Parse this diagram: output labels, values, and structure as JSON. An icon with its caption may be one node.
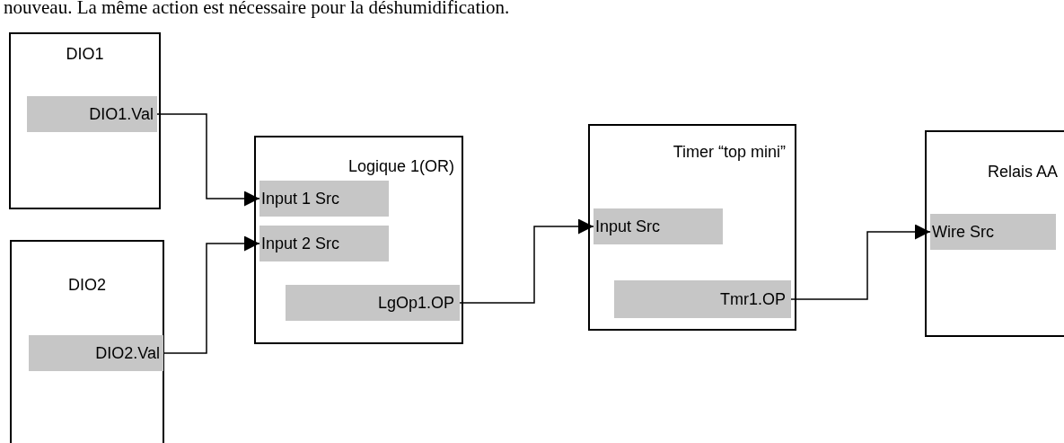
{
  "diagram": {
    "nodes": [
      {
        "text": [
          "DIO1"
        ]
      },
      {
        "text": [
          "DIO1.Val"
        ],
        "in": 0
      },
      {
        "text": [
          "DIO2"
        ]
      },
      {
        "text": [
          "DIO2.Val"
        ],
        "in": 2
      },
      {
        "text": [
          "Logique 1(OR)"
        ]
      },
      {
        "text": [
          "Input 1 Src"
        ],
        "in": 4
      },
      {
        "text": [
          "Input 2 Src"
        ],
        "in": 4
      },
      {
        "text": [
          "LgOp1.OP"
        ],
        "in": 4
      },
      {
        "text": [
          "Timer “top mini”"
        ]
      },
      {
        "text": [
          "Input Src"
        ],
        "in": 8
      },
      {
        "text": [
          "Tmr1.OP"
        ],
        "in": 8
      },
      {
        "text": [
          "Relais AA"
        ]
      },
      {
        "text": [
          "Wire Src"
        ],
        "in": 11
      }
    ],
    "edges": [
      {
        "from": 1,
        "to": 5,
        "arrow": "to"
      },
      {
        "from": 3,
        "to": 6,
        "arrow": "to"
      },
      {
        "from": 7,
        "to": 9,
        "arrow": "to"
      },
      {
        "from": 10,
        "to": 12,
        "arrow": "to"
      }
    ],
    "labels": [
      "nouveau. La même action est nécessaire pour la déshumidification."
    ]
  }
}
